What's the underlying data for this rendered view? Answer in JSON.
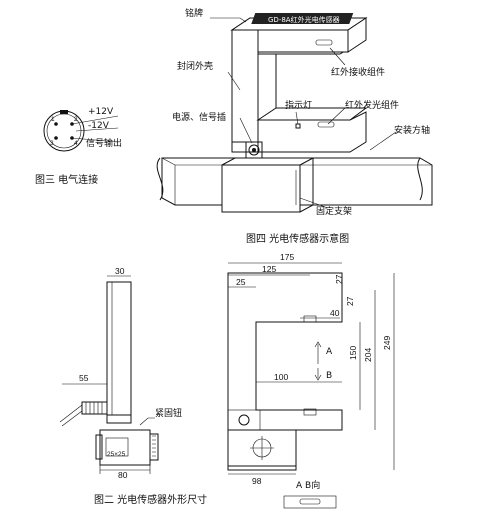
{
  "fig4": {
    "caption": "图四  光电传感器示意图",
    "nameplate_text": "GD-8A红外光电传感器",
    "labels": {
      "nameplate": "铭牌",
      "shell": "封闭外壳",
      "receiver": "红外接收组件",
      "indicator": "指示灯",
      "cable_plug": "电源、信号插",
      "emitter": "红外发光组件",
      "square_shaft": "安装方轴",
      "bracket": "固定支架"
    }
  },
  "fig3": {
    "caption": "图三  电气连接",
    "plus12": "+12V",
    "minus12": "-12V",
    "signal": "信号输出",
    "pins": [
      "1",
      "2",
      "3",
      "4"
    ]
  },
  "fig2": {
    "caption": "图二  光电传感器外形尺寸",
    "fasten_label": "紧固钮",
    "ab_dir": "A  B向",
    "A": "A",
    "B": "B",
    "dims_side": {
      "top": "30",
      "width": "80",
      "d55": "55",
      "sq": "25×25"
    },
    "dims_front": {
      "d175": "175",
      "d125": "125",
      "d25": "25",
      "d27a": "27",
      "d27b": "27",
      "d40": "40",
      "d100": "100",
      "d150": "150",
      "d204": "204",
      "d249": "249",
      "d98": "98"
    }
  }
}
